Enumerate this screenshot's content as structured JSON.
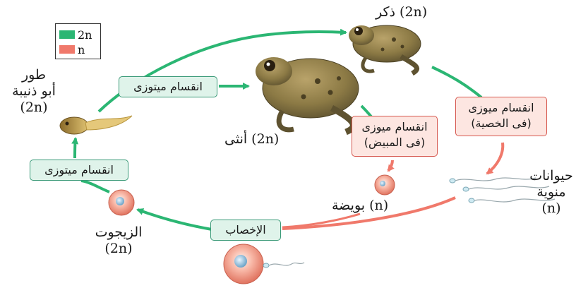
{
  "legend": {
    "items": [
      {
        "label": "2n",
        "color": "#2bb673"
      },
      {
        "label": "n",
        "color": "#f0796b"
      }
    ]
  },
  "labels": {
    "male_line1": "ذكر (2n)",
    "female_line1": "أنثى (2n)",
    "tadpole_line1": "طور",
    "tadpole_line2": "أبو ذنيبة",
    "tadpole_line3": "(2n)",
    "sperm_line1": "حيوانات",
    "sperm_line2": "منوية",
    "sperm_line3": "(n)",
    "egg_line1": "بويضة (n)",
    "zygote_line1": "الزيجوت",
    "zygote_line2": "(2n)"
  },
  "boxes": {
    "mitosis_top": "انقسام ميتوزى",
    "mitosis_left": "انقسام ميتوزى",
    "meiosis_testis_line1": "انقسام ميوزى",
    "meiosis_testis_line2": "(فى الخصية)",
    "meiosis_ovary_line1": "انقسام ميوزى",
    "meiosis_ovary_line2": "(فى المبيض)",
    "fertilization": "الإخصاب"
  },
  "colors": {
    "diploid_arrow": "#2bb673",
    "haploid_arrow": "#f0796b",
    "green_box_fill": "#dff3ea",
    "red_box_fill": "#fde6e1"
  },
  "icons": {
    "male_frog": "frog-icon",
    "female_frog": "frog-icon",
    "tadpole": "tadpole-icon",
    "sperm": "sperm-icon",
    "egg": "egg-cell-icon",
    "zygote": "zygote-icon",
    "fertilization": "fertilization-icon"
  }
}
